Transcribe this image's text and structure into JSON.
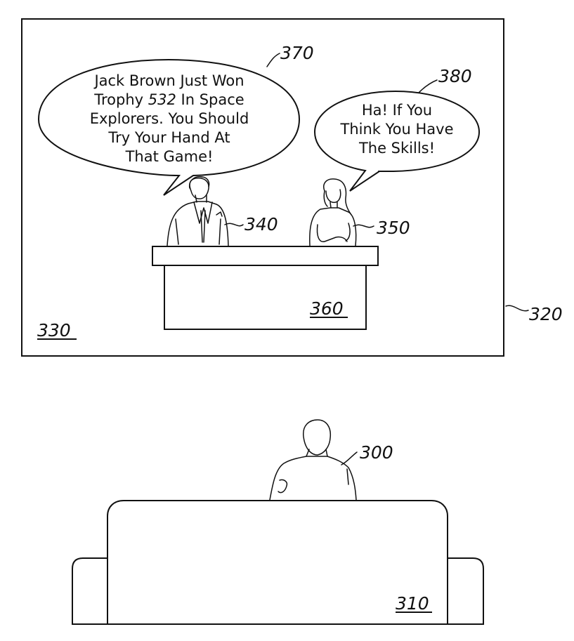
{
  "labels": {
    "viewer": "300",
    "couch": "310",
    "display": "320",
    "screen": "330",
    "male_host": "340",
    "female_host": "350",
    "desk": "360",
    "bubble_male": "370",
    "bubble_female": "380"
  },
  "speech": {
    "male": {
      "line1": "Jack Brown Just Won",
      "line2_pre": "Trophy ",
      "line2_ref": "532",
      "line2_post": " In Space",
      "line3": "Explorers. You Should",
      "line4": "Try Your Hand At",
      "line5": "That Game!"
    },
    "female": {
      "line1": "Ha! If You",
      "line2": "Think You Have",
      "line3": "The Skills!"
    }
  }
}
